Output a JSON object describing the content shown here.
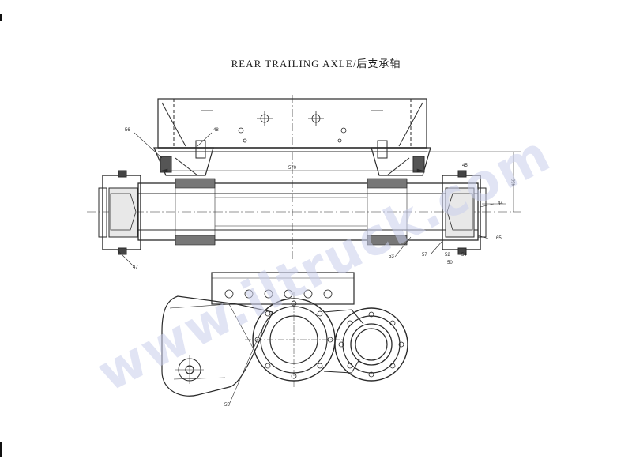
{
  "title": "REAR TRAILING AXLE/后支承轴",
  "watermark": "www.iltruck.com",
  "callouts": {
    "c56": "56",
    "c48": "48",
    "c570": "570",
    "c450": "450",
    "c44": "44",
    "c45": "45",
    "c65": "65",
    "c53": "53",
    "c57": "57",
    "c52": "52",
    "c54": "54",
    "c50": "50",
    "c47": "47",
    "c55": "55"
  },
  "colors": {
    "line": "#2a2a2a",
    "watermark": "#c8cdeb",
    "paper": "#ffffff"
  }
}
